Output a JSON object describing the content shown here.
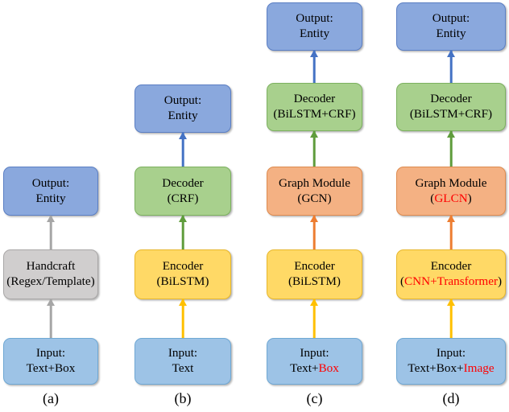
{
  "figure": {
    "type": "diagram",
    "subtype": "pipeline-comparison",
    "columns": [
      {
        "caption": "(a)",
        "nodes": [
          {
            "name": "output",
            "line1": "Output:",
            "line2": "Entity",
            "color": "#8aa8dd"
          },
          {
            "name": "handcraft",
            "line1": "Handcraft",
            "line2": "(Regex/Template)",
            "color": "#d0cece"
          },
          {
            "name": "input",
            "line1": "Input:",
            "line2": "Text+Box",
            "color": "#9dc3e6"
          }
        ]
      },
      {
        "caption": "(b)",
        "nodes": [
          {
            "name": "output",
            "line1": "Output:",
            "line2": "Entity",
            "color": "#8aa8dd"
          },
          {
            "name": "decoder",
            "line1": "Decoder",
            "line2": "(CRF)",
            "color": "#a8d08d"
          },
          {
            "name": "encoder",
            "line1": "Encoder",
            "line2": "(BiLSTM)",
            "color": "#ffd966"
          },
          {
            "name": "input",
            "line1": "Input:",
            "line2": "Text",
            "color": "#9dc3e6"
          }
        ]
      },
      {
        "caption": "(c)",
        "nodes": [
          {
            "name": "output",
            "line1": "Output:",
            "line2": "Entity",
            "color": "#8aa8dd"
          },
          {
            "name": "decoder",
            "line1": "Decoder",
            "line2": "(BiLSTM+CRF)",
            "color": "#a8d08d"
          },
          {
            "name": "graph-module",
            "line1": "Graph Module",
            "line2": "(GCN)",
            "color": "#f4b183"
          },
          {
            "name": "encoder",
            "line1": "Encoder",
            "line2": "(BiLSTM)",
            "color": "#ffd966"
          },
          {
            "name": "input",
            "line1": "Input:",
            "line2": "Text+Box",
            "color": "#9dc3e6",
            "line2_parts": [
              {
                "t": "Text+",
                "hl": false
              },
              {
                "t": "Box",
                "hl": true
              }
            ]
          }
        ]
      },
      {
        "caption": "(d)",
        "nodes": [
          {
            "name": "output",
            "line1": "Output:",
            "line2": "Entity",
            "color": "#8aa8dd"
          },
          {
            "name": "decoder",
            "line1": "Decoder",
            "line2": "(BiLSTM+CRF)",
            "color": "#a8d08d"
          },
          {
            "name": "graph-module",
            "line1": "Graph Module",
            "line2": "(GLCN)",
            "color": "#f4b183",
            "line2_parts": [
              {
                "t": "(",
                "hl": false
              },
              {
                "t": "GLCN",
                "hl": true
              },
              {
                "t": ")",
                "hl": false
              }
            ]
          },
          {
            "name": "encoder",
            "line1": "Encoder",
            "line2": "(CNN+Transformer)",
            "color": "#ffd966",
            "line2_parts": [
              {
                "t": "(",
                "hl": false
              },
              {
                "t": "CNN+Transformer",
                "hl": true
              },
              {
                "t": ")",
                "hl": false
              }
            ]
          },
          {
            "name": "input",
            "line1": "Input:",
            "line2": "Text+Box+Image",
            "color": "#9dc3e6",
            "line2_parts": [
              {
                "t": "Text+Box+",
                "hl": false
              },
              {
                "t": "Image",
                "hl": true
              }
            ]
          }
        ]
      }
    ],
    "highlight_color": "#ff0000",
    "arrow_colors": {
      "blue": "#4472c4",
      "grey": "#a6a6a6",
      "green": "#5f9c3c",
      "orange": "#ed7d31",
      "yellow": "#ffc000"
    }
  }
}
